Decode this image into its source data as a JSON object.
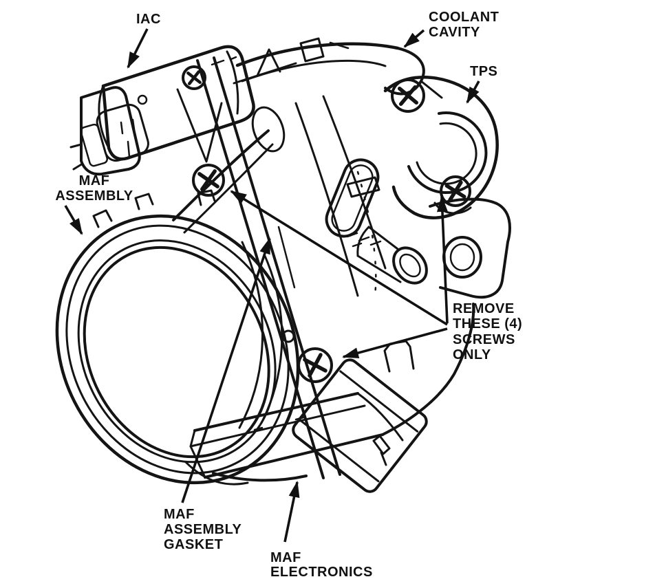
{
  "figure": {
    "type": "technical-line-diagram",
    "subject": "Throttle body with MAF assembly, IAC, TPS and coolant cavity callouts",
    "background_color": "#ffffff",
    "line_color": "#141414",
    "inlet_screen_fill": "#b5b5b5"
  },
  "labels": {
    "iac": "IAC",
    "coolant_cavity": [
      "COOLANT",
      "CAVITY"
    ],
    "tps": "TPS",
    "maf_assembly": [
      "MAF",
      "ASSEMBLY"
    ],
    "remove_screws": [
      "REMOVE",
      "THESE (4)",
      "SCREWS",
      "ONLY"
    ],
    "maf_assembly_gasket": [
      "MAF",
      "ASSEMBLY",
      "GASKET"
    ],
    "maf_electronics": [
      "MAF",
      "ELECTRONICS"
    ]
  }
}
